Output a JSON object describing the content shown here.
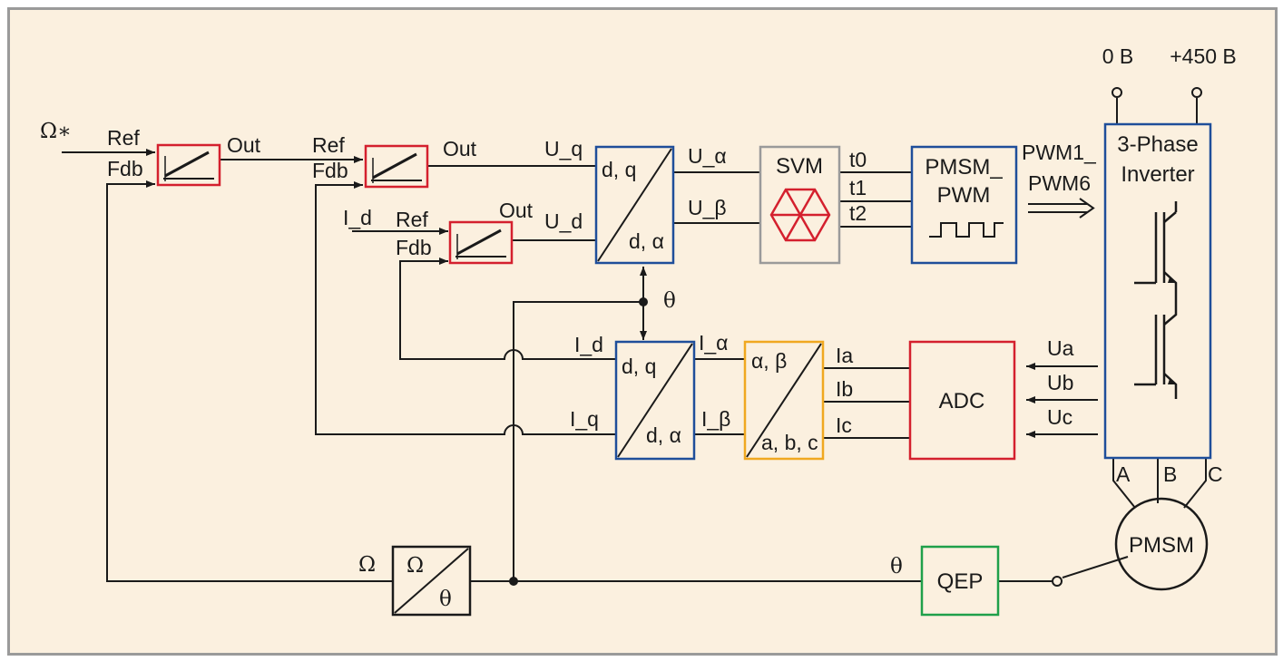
{
  "supply": {
    "zero": "0 B",
    "plus": "+450 B"
  },
  "speed_ref": "Ω∗",
  "pi1": {
    "ref": "Ref",
    "fdb": "Fdb",
    "out": "Out"
  },
  "pi2": {
    "ref": "Ref",
    "fdb": "Fdb",
    "out": "Out"
  },
  "pi3": {
    "input": "I_d",
    "ref": "Ref",
    "fdb": "Fdb",
    "out": "Out"
  },
  "ipark": {
    "in_q": "U_q",
    "in_d": "U_d",
    "top": "d, q",
    "bottom": "d, α",
    "out_alpha": "U_α",
    "out_beta": "U_β"
  },
  "svm": {
    "label": "SVM",
    "t0": "t0",
    "t1": "t1",
    "t2": "t2"
  },
  "pwm": {
    "line1": "PMSM_",
    "line2": "PWM",
    "out1": "PWM1_",
    "out2": "PWM6"
  },
  "inverter": {
    "line1": "3-Phase",
    "line2": "Inverter",
    "phase_a": "A",
    "phase_b": "B",
    "phase_c": "C"
  },
  "theta_label": "θ",
  "park": {
    "out_d": "I_d",
    "out_q": "I_q",
    "top": "d, q",
    "bottom": "d, α",
    "in_alpha": "I_α",
    "in_beta": "I_β"
  },
  "clarke": {
    "top": "α, β",
    "bottom": "a, b, c",
    "ia": "Ia",
    "ib": "Ib",
    "ic": "Ic"
  },
  "adc": {
    "label": "ADC",
    "ua": "Ua",
    "ub": "Ub",
    "uc": "Uc"
  },
  "motor": {
    "label": "PMSM"
  },
  "qep": {
    "label": "QEP",
    "theta": "θ"
  },
  "speed_calc": {
    "top": "Ω",
    "bottom": "θ",
    "out": "Ω"
  },
  "colors": {
    "pi": "#d4202e",
    "transform": "#1f4e9a",
    "clarke": "#f0a820",
    "svm": "#9a9a9a",
    "adc": "#d4202e",
    "qep": "#1fa04a",
    "background": "#fbf0df"
  }
}
